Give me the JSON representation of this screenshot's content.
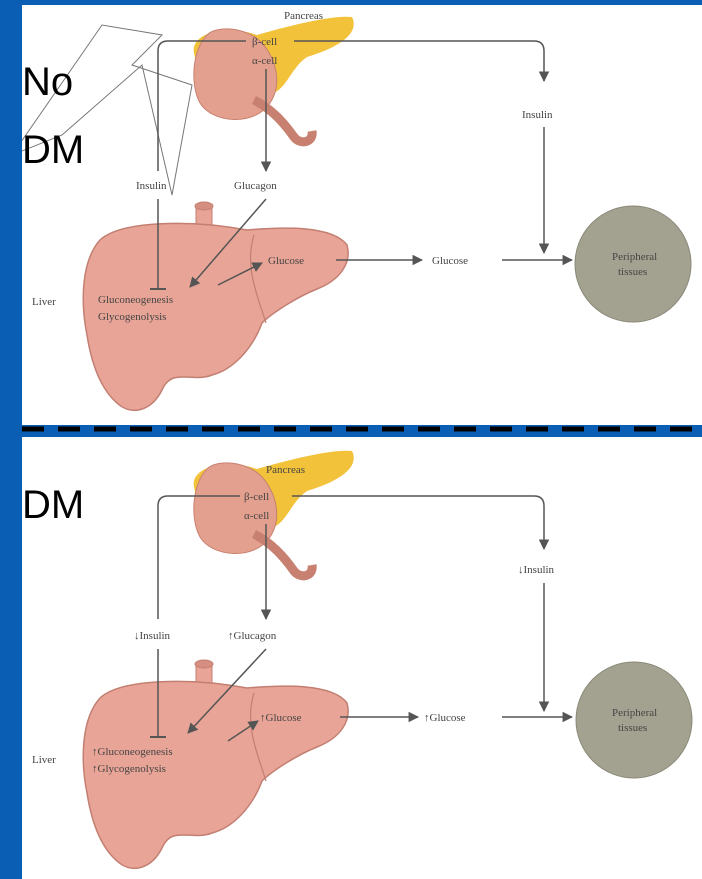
{
  "panels": {
    "top": {
      "condition_label_line1": "No",
      "condition_label_line2": "DM",
      "pancreas": "Pancreas",
      "beta_cell": "β-cell",
      "alpha_cell": "α-cell",
      "insulin_right": "Insulin",
      "insulin_left": "Insulin",
      "glucagon": "Glucagon",
      "liver": "Liver",
      "gluconeogenesis": "Gluconeogenesis",
      "glycogenolysis": "Glycogenolysis",
      "glucose_liver": "Glucose",
      "glucose_mid": "Glucose",
      "peripheral_line1": "Peripheral",
      "peripheral_line2": "tissues"
    },
    "bottom": {
      "condition_label": "DM",
      "pancreas": "Pancreas",
      "beta_cell": "β-cell",
      "alpha_cell": "α-cell",
      "insulin_right": "↓Insulin",
      "insulin_left": "↓Insulin",
      "glucagon": "↑Glucagon",
      "liver": "Liver",
      "gluconeogenesis": "↑Gluconeogenesis",
      "glycogenolysis": "↑Glycogenolysis",
      "glucose_liver": "↑Glucose",
      "glucose_mid": "↑Glucose",
      "peripheral_line1": "Peripheral",
      "peripheral_line2": "tissues"
    }
  },
  "colors": {
    "background_frame": "#0a5fb4",
    "liver_fill": "#e8a496",
    "pancreas_fill": "#f2c23a",
    "pancreas_tissue": "#e4a08e",
    "peripheral_fill": "#a3a290",
    "arrow": "#555555"
  }
}
